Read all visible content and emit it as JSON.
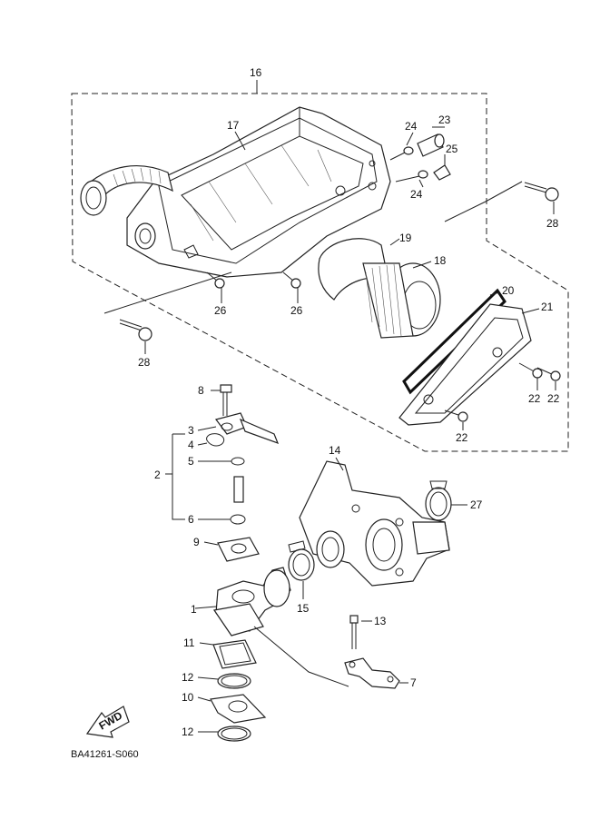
{
  "diagram": {
    "code": "BA41261-S060",
    "fwd": "FWD",
    "labels": {
      "l1": "1",
      "l2": "2",
      "l3": "3",
      "l4": "4",
      "l5": "5",
      "l6": "6",
      "l7": "7",
      "l8": "8",
      "l9": "9",
      "l10": "10",
      "l11": "11",
      "l12a": "12",
      "l12b": "12",
      "l13": "13",
      "l14": "14",
      "l15": "15",
      "l16": "16",
      "l17": "17",
      "l18": "18",
      "l19": "19",
      "l20": "20",
      "l21": "21",
      "l22a": "22",
      "l22b": "22",
      "l22c": "22",
      "l23": "23",
      "l24a": "24",
      "l24b": "24",
      "l25": "25",
      "l26a": "26",
      "l26b": "26",
      "l27": "27",
      "l28a": "28",
      "l28b": "28"
    }
  }
}
